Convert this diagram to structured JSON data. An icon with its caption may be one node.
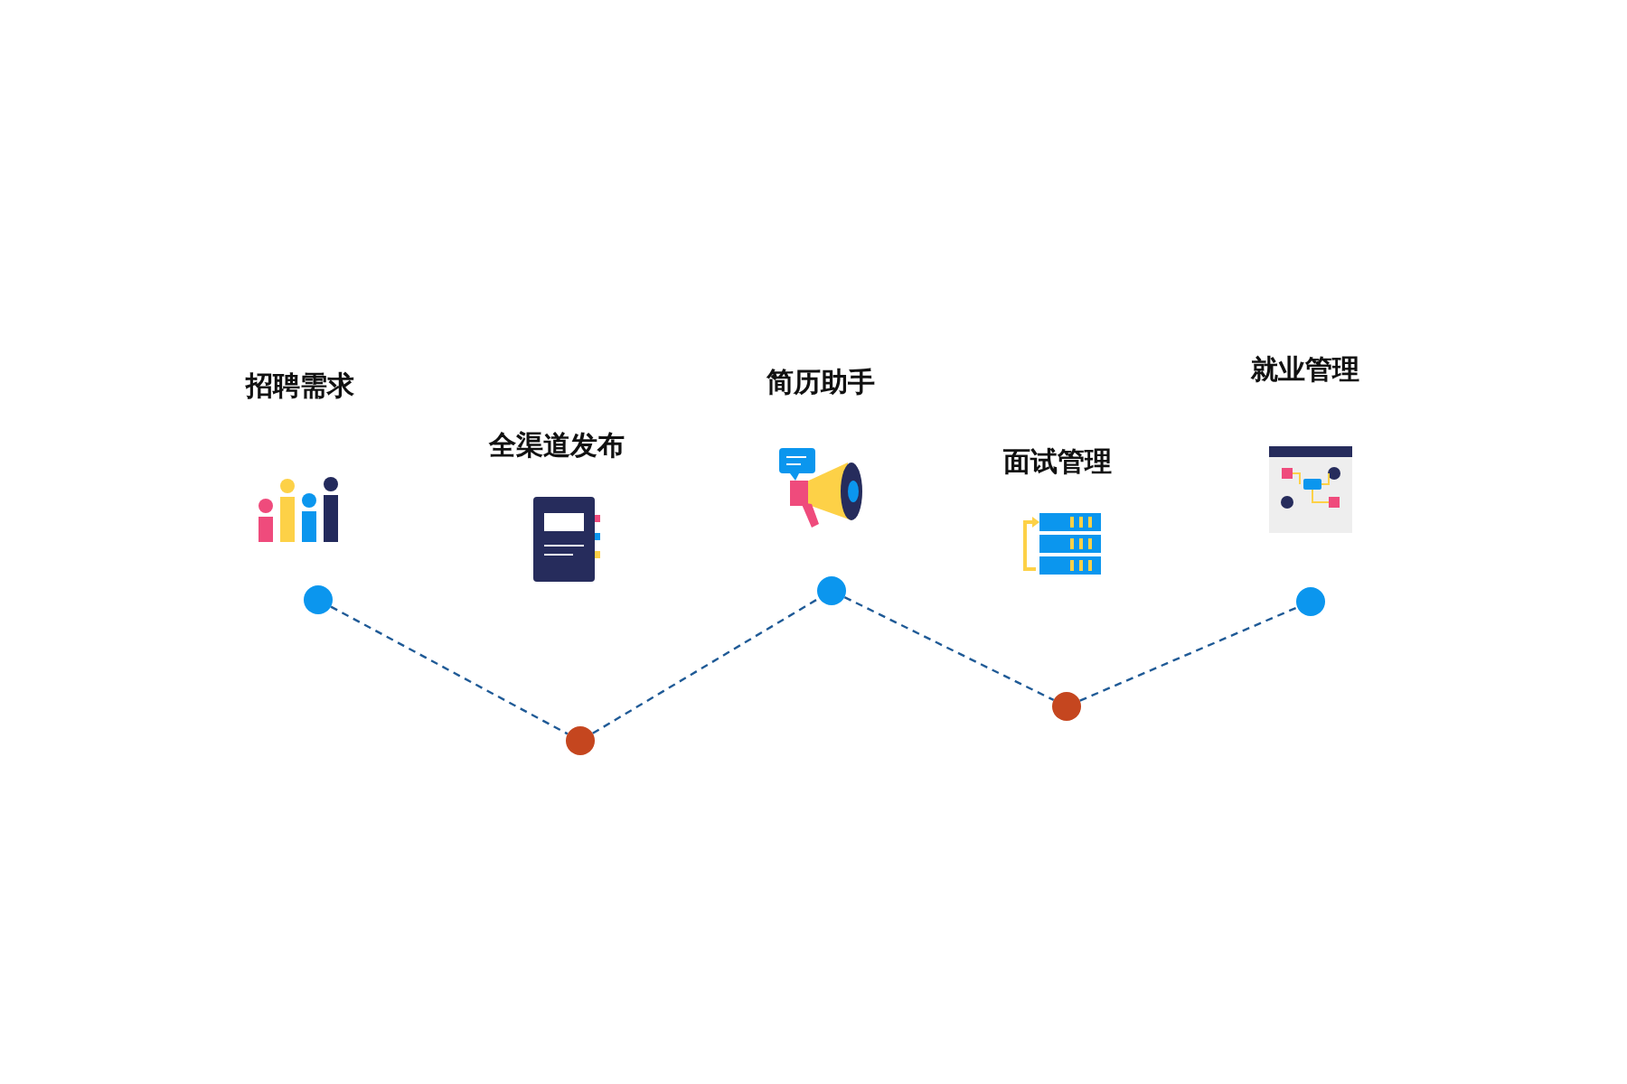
{
  "diagram": {
    "nodes": [
      {
        "text": [],
        "shape": "circle"
      },
      {
        "text": [],
        "shape": "circle"
      },
      {
        "text": [],
        "shape": "circle"
      },
      {
        "text": [],
        "shape": "circle"
      },
      {
        "text": [],
        "shape": "circle"
      }
    ],
    "edges": [
      {
        "from": 0,
        "to": 1,
        "arrow": "none",
        "style": "dashed"
      },
      {
        "from": 1,
        "to": 2,
        "arrow": "none",
        "style": "dashed"
      },
      {
        "from": 2,
        "to": 3,
        "arrow": "none",
        "style": "dashed"
      },
      {
        "from": 3,
        "to": 4,
        "arrow": "none",
        "style": "dashed"
      }
    ],
    "labels": [
      "招聘需求",
      "全渠道发布",
      "简历助手",
      "面试管理",
      "就业管理"
    ]
  }
}
